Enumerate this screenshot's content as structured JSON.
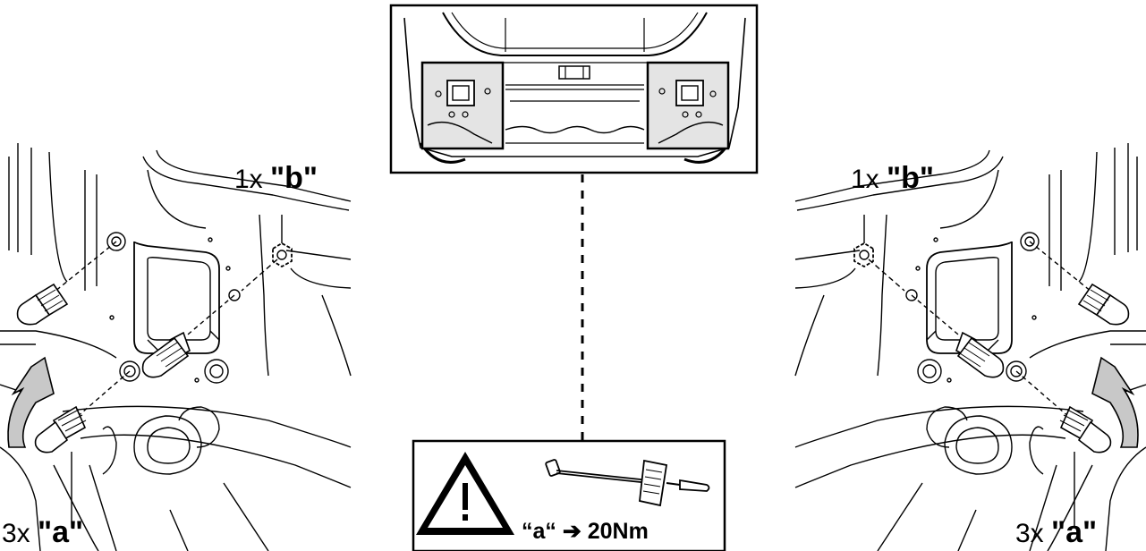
{
  "labels": {
    "left_b": {
      "count": "1x",
      "letter": "\"b\""
    },
    "left_a": {
      "count": "3x",
      "letter": "\"a\""
    },
    "right_b": {
      "count": "1x",
      "letter": "\"b\""
    },
    "right_a": {
      "count": "3x",
      "letter": "\"a\""
    }
  },
  "warning_box": {
    "icon": "warning-triangle-icon",
    "tool_icon": "torque-wrench-icon",
    "torque_text": "“a“ ➔ 20Nm"
  },
  "colors": {
    "line": "#000000",
    "arrow_fill": "#c8c8c8",
    "highlight_fill": "#e4e4e4"
  }
}
